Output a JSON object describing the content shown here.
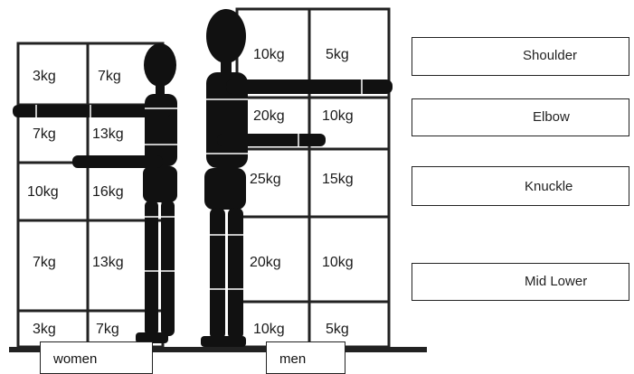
{
  "women_chart": {
    "rows": [
      [
        "3kg",
        "7kg"
      ],
      [
        "7kg",
        "13kg"
      ],
      [
        "10kg",
        "16kg"
      ],
      [
        "7kg",
        "13kg"
      ],
      [
        "3kg",
        "7kg"
      ]
    ],
    "caption": "women"
  },
  "men_chart": {
    "rows": [
      [
        "10kg",
        "5kg"
      ],
      [
        "20kg",
        "10kg"
      ],
      [
        "25kg",
        "15kg"
      ],
      [
        "20kg",
        "10kg"
      ],
      [
        "10kg",
        "5kg"
      ]
    ],
    "caption": "men"
  },
  "height_labels": [
    "Shoulder",
    "Elbow",
    "Knuckle",
    "Mid Lower"
  ],
  "colors": {
    "line": "#222222",
    "figure": "#111111",
    "background": "#ffffff"
  }
}
